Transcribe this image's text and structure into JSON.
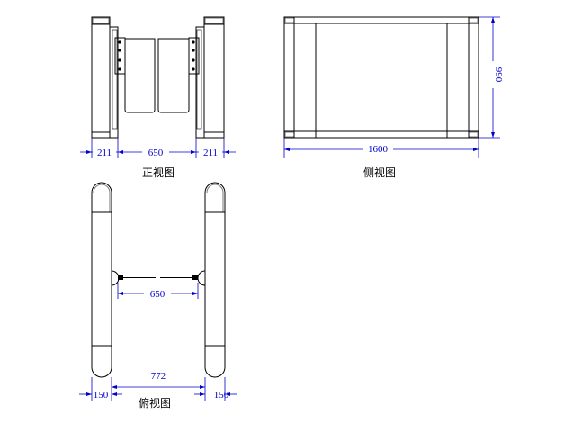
{
  "views": {
    "front": {
      "caption": "正视图",
      "dims": {
        "left_width": "211",
        "gap": "650",
        "right_width": "211"
      }
    },
    "side": {
      "caption": "侧视图",
      "dims": {
        "length": "1600",
        "height": "990"
      }
    },
    "top": {
      "caption": "俯视图",
      "dims": {
        "gap": "650",
        "outer": "772",
        "left_width": "150",
        "right_width": "150"
      }
    }
  },
  "colors": {
    "dimension": "#0000cc",
    "outline": "#000000"
  }
}
